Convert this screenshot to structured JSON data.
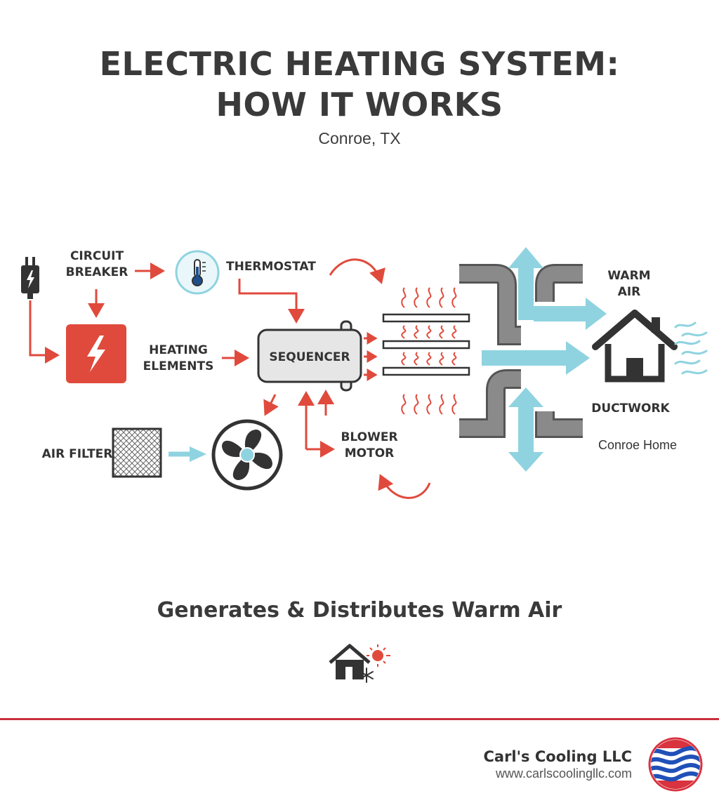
{
  "header": {
    "title_line1": "ELECTRIC HEATING SYSTEM:",
    "title_line2": "HOW IT WORKS",
    "subtitle": "Conroe, TX"
  },
  "diagram": {
    "labels": {
      "circuit_breaker_1": "CIRCUIT",
      "circuit_breaker_2": "BREAKER",
      "thermostat": "THERMOSTAT",
      "heating_elements_1": "HEATING",
      "heating_elements_2": "ELEMENTS",
      "sequencer": "SEQUENCER",
      "air_filter": "AIR FILTER",
      "blower_motor_1": "BLOWER",
      "blower_motor_2": "MOTOR",
      "warm_air_1": "WARM",
      "warm_air_2": "AIR",
      "ductwork": "DUCTWORK",
      "conroe_home": "Conroe Home"
    },
    "colors": {
      "heat_red": "#e04a3c",
      "air_blue": "#8fd3e0",
      "duct_gray": "#8a8a8a",
      "dark": "#333333"
    }
  },
  "footer": {
    "tagline": "Generates & Distributes Warm Air",
    "company": "Carl's Cooling LLC",
    "website": "www.carlscoolingllc.com"
  }
}
